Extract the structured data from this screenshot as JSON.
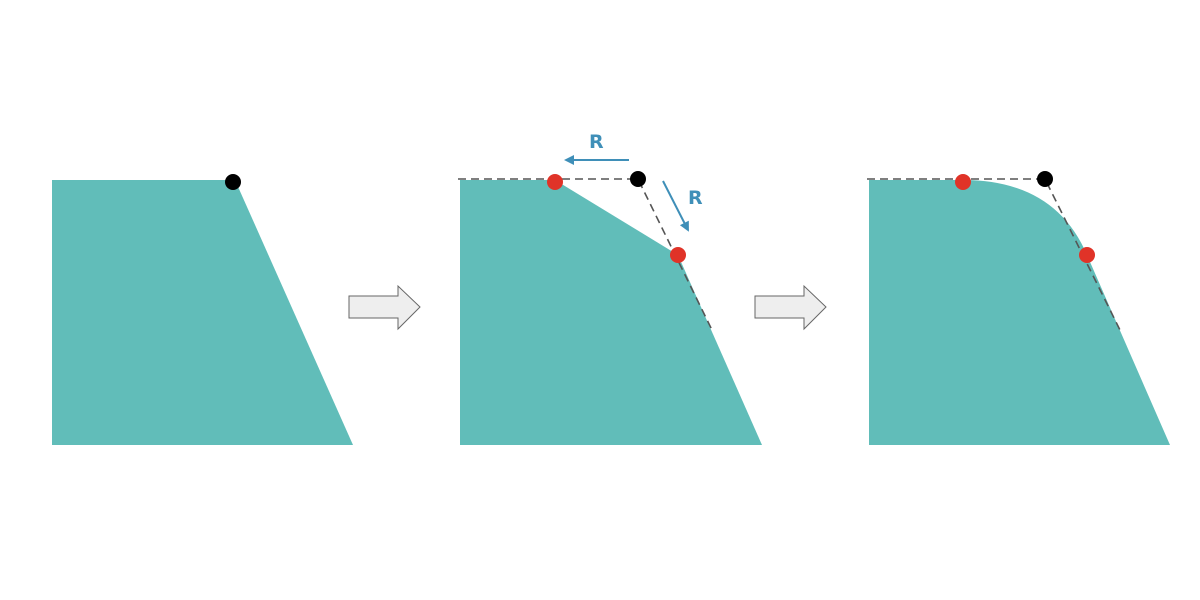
{
  "colors": {
    "shape_fill": "#61bdb9",
    "corner_point": "#000000",
    "tangent_point": "#e03328",
    "annotation": "#3f8fb8",
    "guide_line": "#555555",
    "step_arrow_fill": "#eeeeee",
    "step_arrow_stroke": "#666666"
  },
  "labels": {
    "radius_horizontal": "R",
    "radius_diagonal": "R"
  },
  "icons": [
    "step-arrow-right",
    "step-arrow-right"
  ]
}
